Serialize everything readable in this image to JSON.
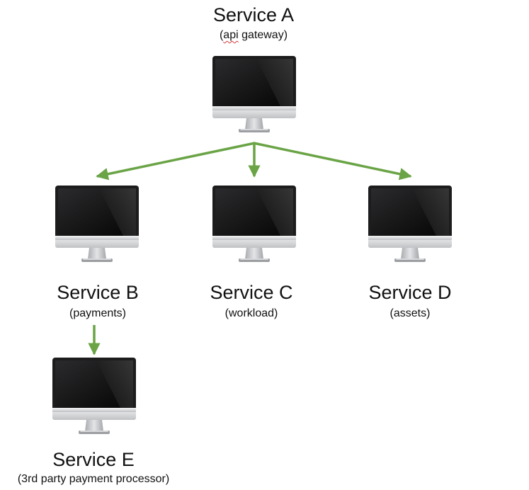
{
  "colors": {
    "arrow": "#6aa446",
    "screen": "#111111",
    "bezel": "#d7d8da",
    "stand": "#c4c6c9",
    "spellcheck": "#d63a3a"
  },
  "icons": {
    "computer": "desktop-monitor-icon"
  },
  "services": {
    "a": {
      "title": "Service A",
      "subtitle_prefix": "(",
      "subtitle_word": "api",
      "subtitle_rest": " gateway)"
    },
    "b": {
      "title": "Service B",
      "subtitle": "(payments)"
    },
    "c": {
      "title": "Service C",
      "subtitle": "(workload)"
    },
    "d": {
      "title": "Service D",
      "subtitle": "(assets)"
    },
    "e": {
      "title": "Service E",
      "subtitle": "(3rd party payment processor)"
    }
  },
  "connections": [
    {
      "from": "Service A",
      "to": "Service B"
    },
    {
      "from": "Service A",
      "to": "Service C"
    },
    {
      "from": "Service A",
      "to": "Service D"
    },
    {
      "from": "Service B",
      "to": "Service E"
    }
  ]
}
